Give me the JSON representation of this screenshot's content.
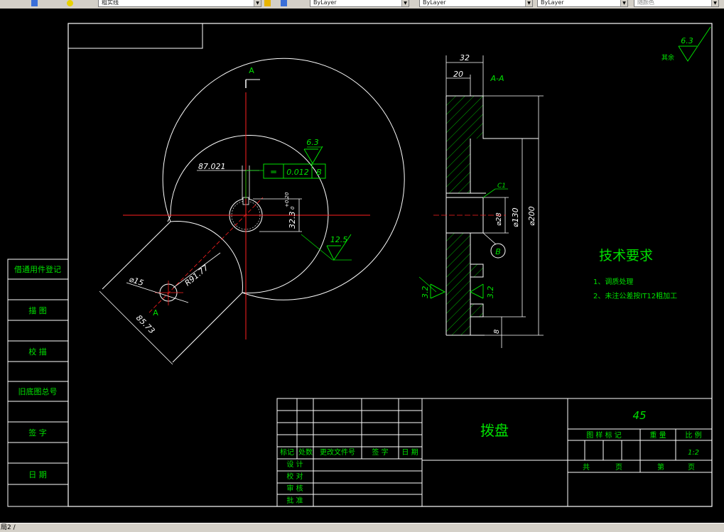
{
  "toolbar": {
    "layer_name": "粗实线",
    "color_control": "ByLayer",
    "linetype_control": "ByLayer",
    "lineweight_control": "ByLayer",
    "plotstyle_control": "随颜色"
  },
  "statusbar": {
    "layout_tab": "局2 /"
  },
  "drawing": {
    "section_label_top": "A",
    "section_label_bottom": "A",
    "section_view_label": "A-A",
    "dim_87021": "87.021",
    "flatness_symbol": "═",
    "tolerance_value": "0.012",
    "datum_ref": "B",
    "roughness_63": "6.3",
    "roughness_125": "12.5",
    "roughness_other": "6.3",
    "roughness_other_label": "其余",
    "keyway_dim": "32.3",
    "keyway_tol_upper": "+0.20",
    "keyway_tol_lower": "0",
    "dia15": "⌀15",
    "r9177": "R91.77",
    "dim_8573": "85.73",
    "dim_32": "32",
    "dim_20": "20",
    "chamfer": "C1",
    "dia28": "⌀28",
    "dia130": "⌀130",
    "dia200": "⌀200",
    "datum_b": "B",
    "rough_left": "3.2",
    "rough_mid": "3.2",
    "dim_8": "8",
    "tech_title": "技术要求",
    "tech_item1": "1、调质处理",
    "tech_item2": "2、未注公差按IT12粗加工"
  },
  "title_block": {
    "part_name": "拨盘",
    "material": "45",
    "col_mark": "图 样 标 记",
    "col_weight": "重 量",
    "col_scale": "比 例",
    "scale": "1:2",
    "total_label": "共",
    "page_label": "页",
    "sheet_label": "第",
    "page_label2": "页",
    "h_mark": "标记",
    "h_count": "处数",
    "h_doc": "更改文件号",
    "h_sign": "签 字",
    "h_date": "日 期",
    "r_design": "设 计",
    "r_check": "校 对",
    "r_review": "审 核",
    "r_approve": "批 准"
  },
  "side_block": {
    "item1": "借通用件登记",
    "item2": "描 图",
    "item3": "校 描",
    "item4": "旧底图总号",
    "item5": "签 字",
    "item6": "日 期"
  }
}
